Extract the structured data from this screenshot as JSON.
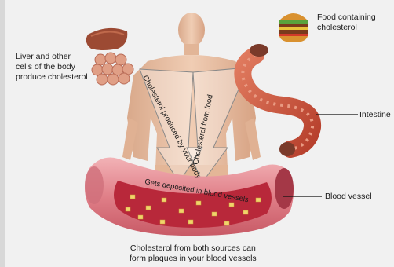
{
  "labels": {
    "liver": "Liver and other\ncells of the body\nproduce cholesterol",
    "food": "Food containing\ncholesterol",
    "intestine": "Intestine",
    "blood_vessel": "Blood vessel",
    "caption": "Cholesterol from both sources can\nform plaques in your blood vessels"
  },
  "arrows": {
    "produced": "Cholesterol produced by your body",
    "from_food": "Cholesterol from food",
    "deposited": "Gets deposited in blood vessels"
  },
  "colors": {
    "background": "#f1f1f1",
    "skin": "#e9c0a3",
    "liver": "#9c4a33",
    "cells": "#e09f86",
    "intestine": "#c9503a",
    "vessel": "#e38d94",
    "vessel_inner": "#b8283a",
    "plaque": "#f1d36b"
  }
}
